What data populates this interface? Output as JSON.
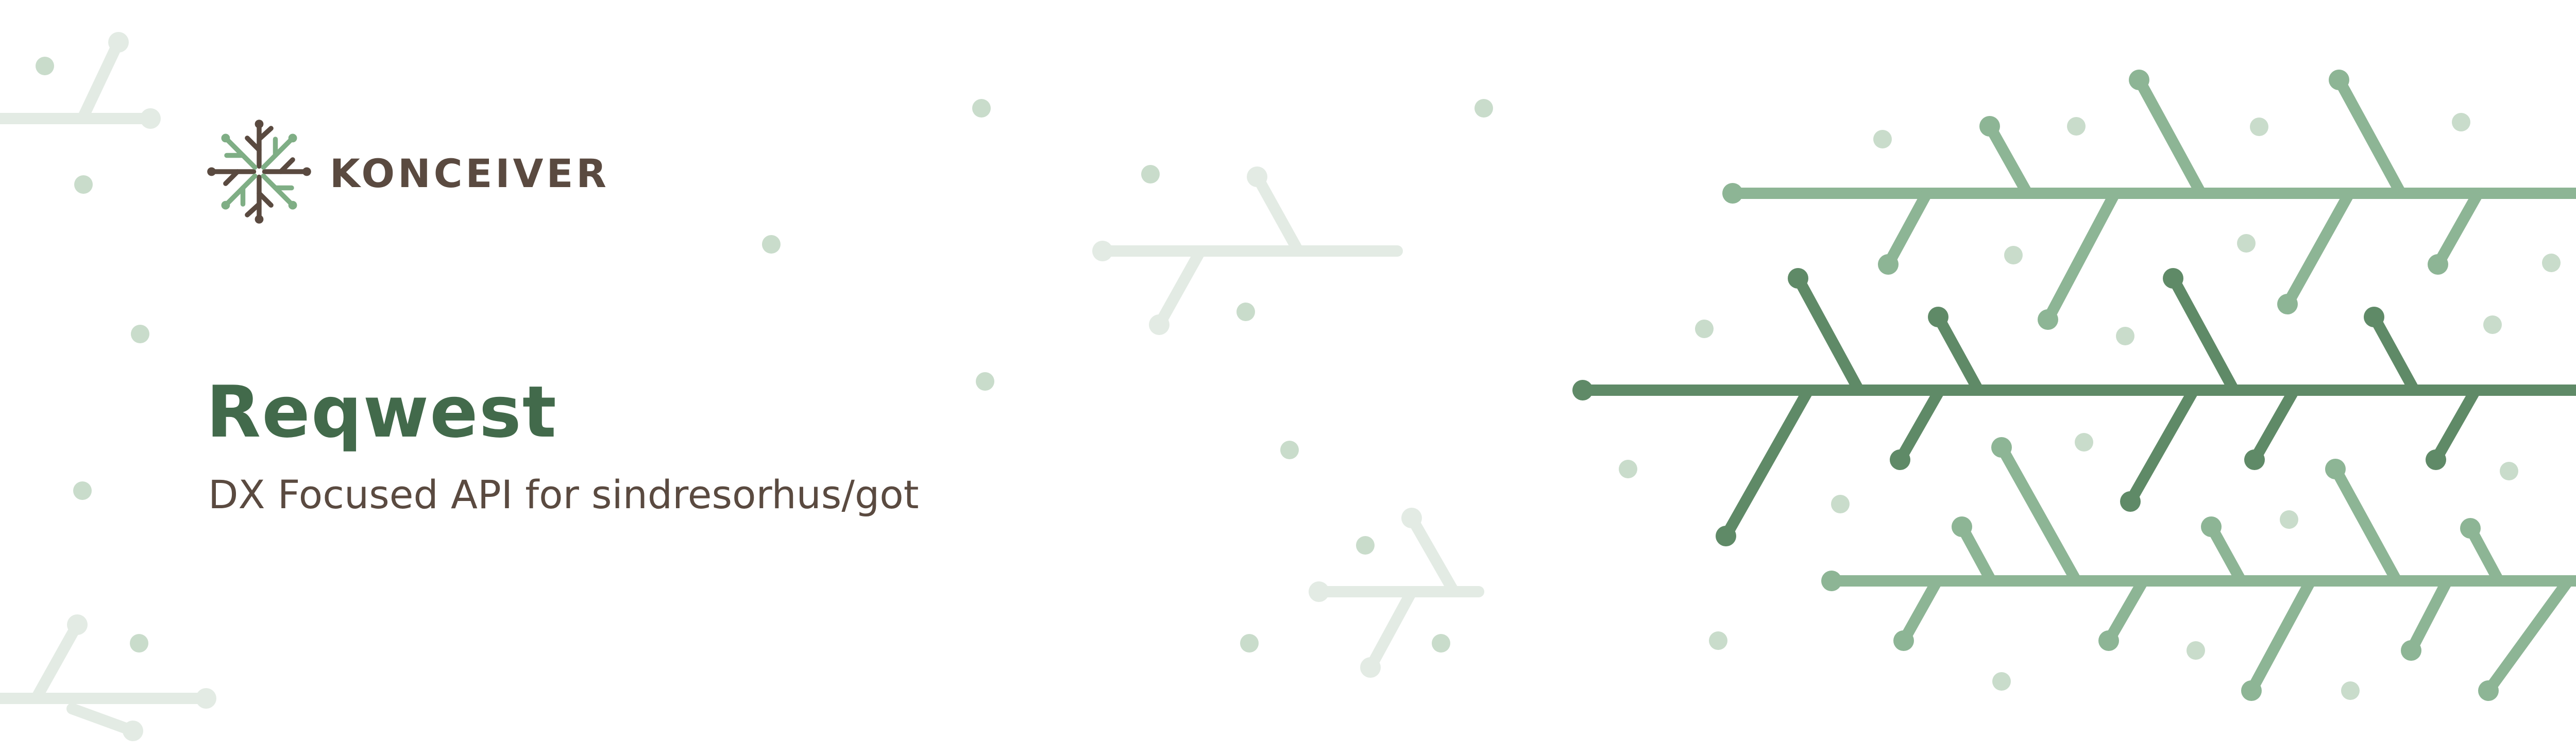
{
  "brand": {
    "name": "KONCEIVER"
  },
  "heading": {
    "title": "Reqwest",
    "subtitle": "DX Focused API for sindresorhus/got"
  },
  "colors": {
    "title": "#426a4b",
    "text": "#5a4a40",
    "branch_dark": "#5f8a67",
    "branch_mid": "#8db595",
    "branch_light": "#e3ebe4",
    "dot_light": "#c9dccb",
    "logo_brown": "#5a4a40",
    "logo_green": "#7fae85"
  },
  "icons": {
    "logo": "konceiver-snowflake-logo"
  }
}
